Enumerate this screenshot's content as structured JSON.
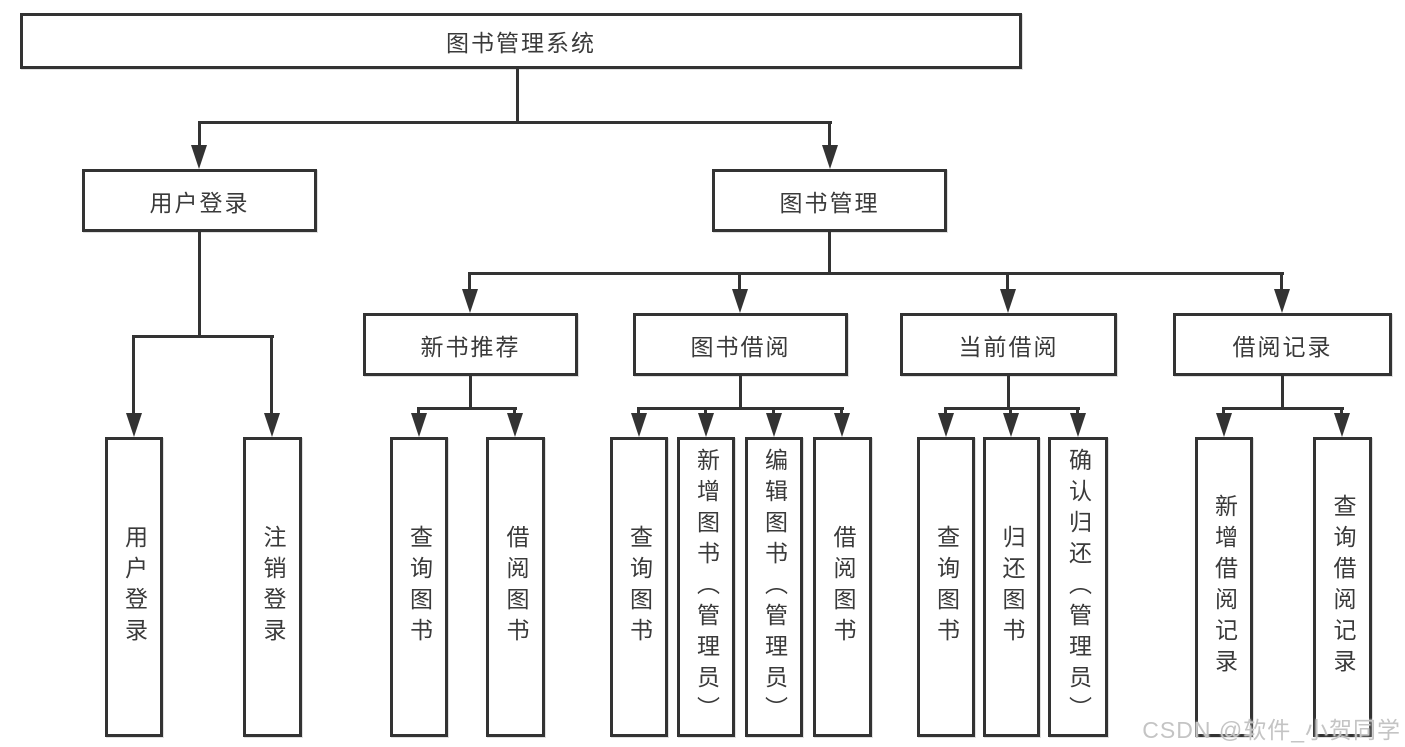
{
  "root": {
    "label": "图书管理系统"
  },
  "level2": {
    "user_login": {
      "label": "用户登录"
    },
    "book_mgmt": {
      "label": "图书管理"
    }
  },
  "level3": {
    "new_book_recommend": {
      "label": "新书推荐"
    },
    "book_borrow": {
      "label": "图书借阅"
    },
    "current_borrow": {
      "label": "当前借阅"
    },
    "borrow_record": {
      "label": "借阅记录"
    }
  },
  "leaves": {
    "user_login": {
      "label": "用户登录"
    },
    "logout": {
      "label": "注销登录"
    },
    "nb_query": {
      "label": "查询图书"
    },
    "nb_borrow": {
      "label": "借阅图书"
    },
    "bb_query": {
      "label": "查询图书"
    },
    "bb_add": {
      "label": "新增图书（管理员）"
    },
    "bb_edit": {
      "label": "编辑图书（管理员）"
    },
    "bb_borrow": {
      "label": "借阅图书"
    },
    "cb_query": {
      "label": "查询图书"
    },
    "cb_return": {
      "label": "归还图书"
    },
    "cb_confirm": {
      "label": "确认归还（管理员）"
    },
    "br_add": {
      "label": "新增借阅记录"
    },
    "br_query": {
      "label": "查询借阅记录"
    }
  },
  "watermark": {
    "text": "CSDN @软件_小贺同学"
  },
  "colors": {
    "line": "#333333",
    "text": "#3a3a3a",
    "watermark": "#c4c4c4",
    "background": "#ffffff"
  }
}
